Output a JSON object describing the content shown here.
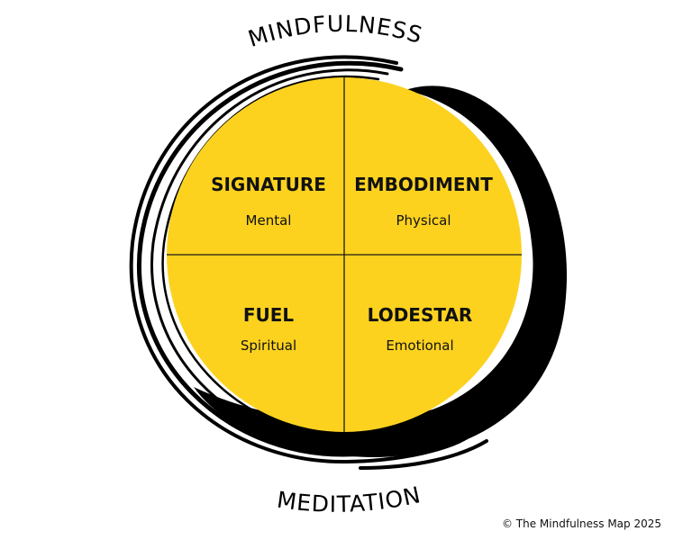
{
  "diagram": {
    "top_label": "MINDFULNESS",
    "bottom_label": "MEDITATION",
    "colors": {
      "circle_fill": "#FCD21F",
      "brush": "#000000",
      "divider": "#1a1a1a"
    },
    "quadrants": [
      {
        "id": "top-left",
        "title": "SIGNATURE",
        "subtitle": "Mental"
      },
      {
        "id": "top-right",
        "title": "EMBODIMENT",
        "subtitle": "Physical"
      },
      {
        "id": "bottom-left",
        "title": "FUEL",
        "subtitle": "Spiritual"
      },
      {
        "id": "bottom-right",
        "title": "LODESTAR",
        "subtitle": "Emotional"
      }
    ]
  },
  "footer": {
    "copyright": "© The Mindfulness Map 2025"
  }
}
